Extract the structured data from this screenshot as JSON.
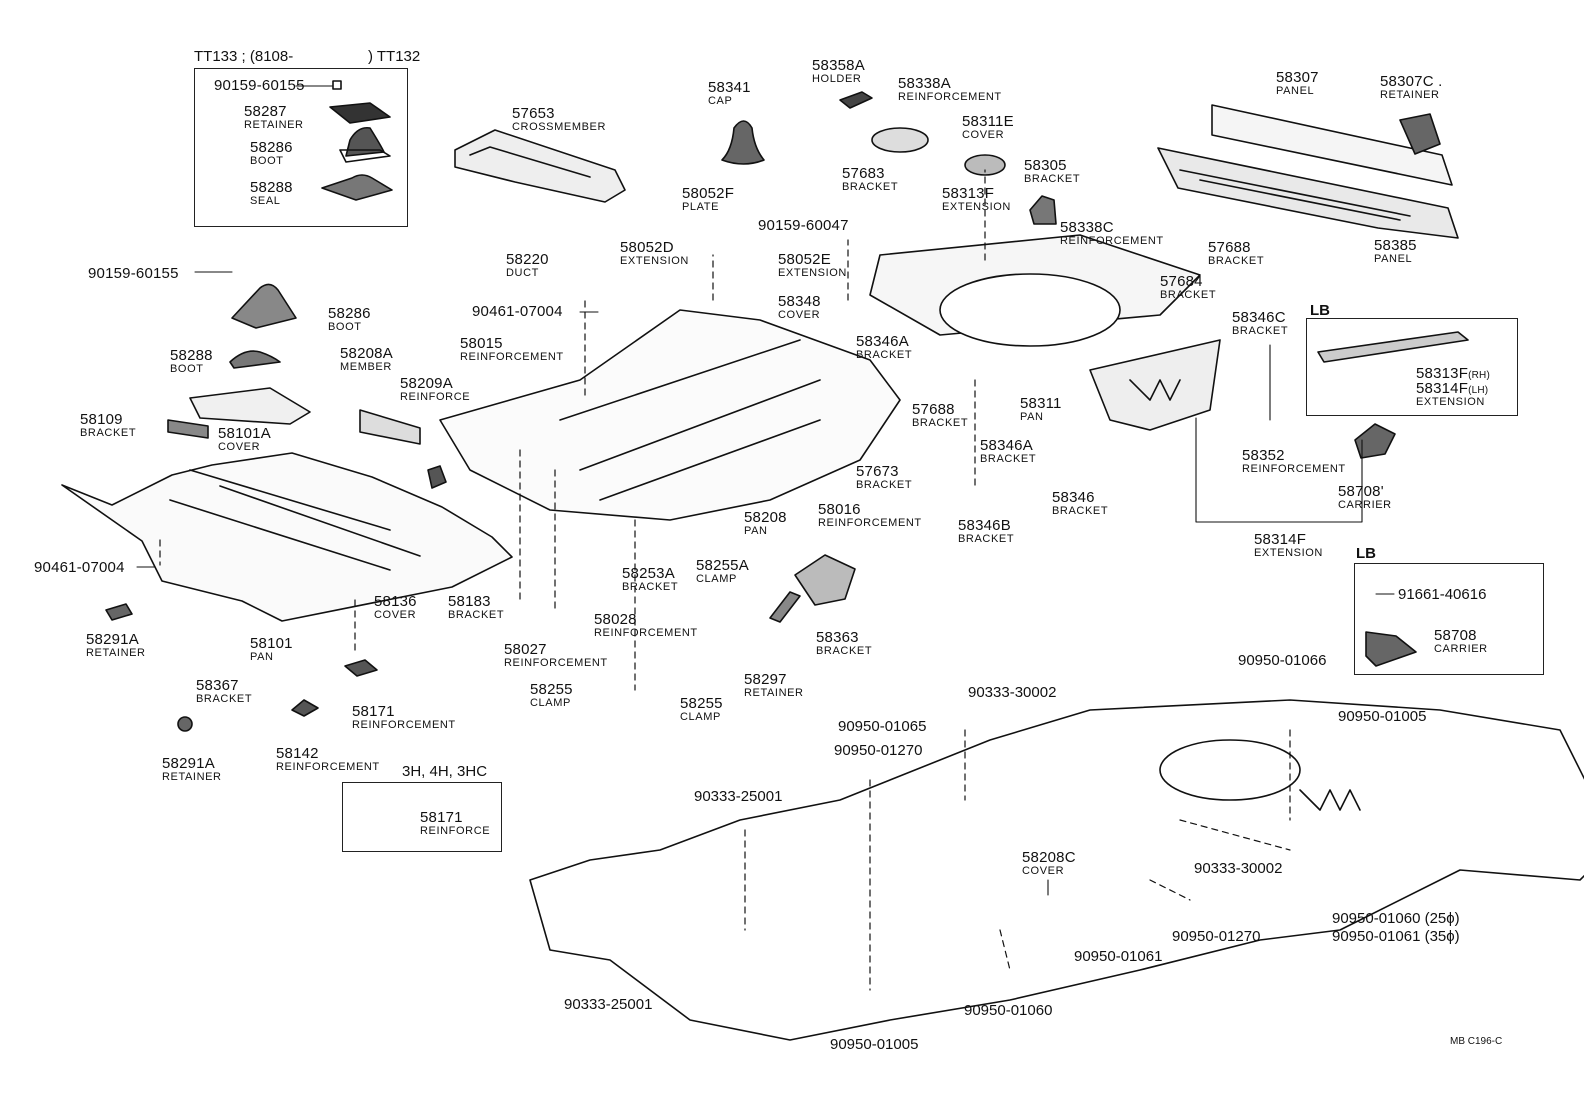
{
  "header": {
    "variant_left": "TT133 ; (8108-",
    "variant_right": ") TT132",
    "lb_upper": "LB",
    "lb_lower": "LB",
    "engines_note": "3H, 4H, 3HC"
  },
  "callouts": [
    {
      "id": "c01",
      "part": "90159-60155",
      "name": ""
    },
    {
      "id": "c02",
      "part": "58287",
      "name": "RETAINER"
    },
    {
      "id": "c03",
      "part": "58286",
      "name": "BOOT"
    },
    {
      "id": "c04",
      "part": "58288",
      "name": "SEAL"
    },
    {
      "id": "c05",
      "part": "57653",
      "name": "CROSSMEMBER"
    },
    {
      "id": "c06",
      "part": "58341",
      "name": "CAP"
    },
    {
      "id": "c07",
      "part": "58358A",
      "name": "HOLDER"
    },
    {
      "id": "c08",
      "part": "58338A",
      "name": "REINFORCEMENT"
    },
    {
      "id": "c09",
      "part": "58311E",
      "name": "COVER"
    },
    {
      "id": "c10",
      "part": "58305",
      "name": "BRACKET"
    },
    {
      "id": "c11",
      "part": "58307",
      "name": "PANEL"
    },
    {
      "id": "c12",
      "part": "58307C .",
      "name": "RETAINER"
    },
    {
      "id": "c13",
      "part": "58385",
      "name": "PANEL"
    },
    {
      "id": "c14",
      "part": "90159-60155",
      "name": ""
    },
    {
      "id": "c15",
      "part": "58286",
      "name": "BOOT"
    },
    {
      "id": "c16",
      "part": "58288",
      "name": "BOOT"
    },
    {
      "id": "c17",
      "part": "58109",
      "name": "BRACKET"
    },
    {
      "id": "c18",
      "part": "58101A",
      "name": "COVER"
    },
    {
      "id": "c19",
      "part": "58220",
      "name": "DUCT"
    },
    {
      "id": "c20",
      "part": "58052D",
      "name": "EXTENSION"
    },
    {
      "id": "c21",
      "part": "58052F",
      "name": "PLATE"
    },
    {
      "id": "c22",
      "part": "90159-60047",
      "name": ""
    },
    {
      "id": "c23",
      "part": "58052E",
      "name": "EXTENSION"
    },
    {
      "id": "c24",
      "part": "57683",
      "name": "BRACKET"
    },
    {
      "id": "c25",
      "part": "58313F",
      "name": "EXTENSION"
    },
    {
      "id": "c26",
      "part": "58338C",
      "name": "REINFORCEMENT"
    },
    {
      "id": "c27",
      "part": "57688",
      "name": "BRACKET"
    },
    {
      "id": "c28",
      "part": "57684",
      "name": "BRACKET"
    },
    {
      "id": "c29",
      "part": "58346C",
      "name": "BRACKET"
    },
    {
      "id": "c30",
      "part": "90461-07004",
      "name": ""
    },
    {
      "id": "c31",
      "part": "58015",
      "name": "REINFORCEMENT"
    },
    {
      "id": "c32",
      "part": "58208A",
      "name": "MEMBER"
    },
    {
      "id": "c33",
      "part": "58209A",
      "name": "REINFORCE"
    },
    {
      "id": "c34",
      "part": "58348",
      "name": "COVER"
    },
    {
      "id": "c35",
      "part": "58346A",
      "name": "BRACKET"
    },
    {
      "id": "c36",
      "part": "57688",
      "name": "BRACKET"
    },
    {
      "id": "c37",
      "part": "58311",
      "name": "PAN"
    },
    {
      "id": "c38",
      "part": "58346A",
      "name": "BRACKET"
    },
    {
      "id": "c39",
      "part": "57673",
      "name": "BRACKET"
    },
    {
      "id": "c40",
      "part": "58016",
      "name": "REINFORCEMENT"
    },
    {
      "id": "c41",
      "part": "58208",
      "name": "PAN"
    },
    {
      "id": "c42",
      "part": "58346",
      "name": "BRACKET"
    },
    {
      "id": "c43",
      "part": "58346B",
      "name": "BRACKET"
    },
    {
      "id": "c44",
      "part": "58352",
      "name": "REINFORCEMENT"
    },
    {
      "id": "c45",
      "part": "58708'",
      "name": "CARRIER"
    },
    {
      "id": "c46",
      "part": "58314F",
      "name": "EXTENSION"
    },
    {
      "id": "c47",
      "part": "90461-07004",
      "name": ""
    },
    {
      "id": "c48",
      "part": "58136",
      "name": "COVER"
    },
    {
      "id": "c49",
      "part": "58183",
      "name": "BRACKET"
    },
    {
      "id": "c50",
      "part": "58253A",
      "name": "BRACKET"
    },
    {
      "id": "c51",
      "part": "58255A",
      "name": "CLAMP"
    },
    {
      "id": "c52",
      "part": "58291A",
      "name": "RETAINER"
    },
    {
      "id": "c53",
      "part": "58101",
      "name": "PAN"
    },
    {
      "id": "c54",
      "part": "58028",
      "name": "REINFORCEMENT"
    },
    {
      "id": "c55",
      "part": "58027",
      "name": "REINFORCEMENT"
    },
    {
      "id": "c56",
      "part": "58363",
      "name": "BRACKET"
    },
    {
      "id": "c57",
      "part": "58367",
      "name": "BRACKET"
    },
    {
      "id": "c58",
      "part": "58171",
      "name": "REINFORCEMENT"
    },
    {
      "id": "c59",
      "part": "58255",
      "name": "CLAMP"
    },
    {
      "id": "c60",
      "part": "58255",
      "name": "CLAMP"
    },
    {
      "id": "c61",
      "part": "58297",
      "name": "RETAINER"
    },
    {
      "id": "c62",
      "part": "58291A",
      "name": "RETAINER"
    },
    {
      "id": "c63",
      "part": "58142",
      "name": "REINFORCEMENT"
    },
    {
      "id": "c64",
      "part": "58171",
      "name": "REINFORCE"
    },
    {
      "id": "c65",
      "part": "58708",
      "name": "CARRIER"
    },
    {
      "id": "c66",
      "part": "58208C",
      "name": "COVER"
    }
  ],
  "lb_extension": {
    "part_rh": "58313F",
    "rh": "(RH)",
    "part_lh": "58314F",
    "lh": "(LH)",
    "name": "EXTENSION"
  },
  "bolt_labels": [
    {
      "id": "b01",
      "text": "91661-40616"
    },
    {
      "id": "b02",
      "text": "90950-01066"
    },
    {
      "id": "b03",
      "text": "90950-01005"
    },
    {
      "id": "b04",
      "text": "90333-30002"
    },
    {
      "id": "b05",
      "text": "90950-01065"
    },
    {
      "id": "b06",
      "text": "90950-01270"
    },
    {
      "id": "b07",
      "text": "90333-25001"
    },
    {
      "id": "b08",
      "text": "90333-30002"
    },
    {
      "id": "b09",
      "text": "90950-01060 (25ϕ)"
    },
    {
      "id": "b10",
      "text": "90950-01061 (35ϕ)"
    },
    {
      "id": "b11",
      "text": "90950-01270"
    },
    {
      "id": "b12",
      "text": "90950-01061"
    },
    {
      "id": "b13",
      "text": "90333-25001"
    },
    {
      "id": "b14",
      "text": "90950-01060"
    },
    {
      "id": "b15",
      "text": "90950-01005"
    }
  ],
  "drawing_code": "MB C196-C"
}
